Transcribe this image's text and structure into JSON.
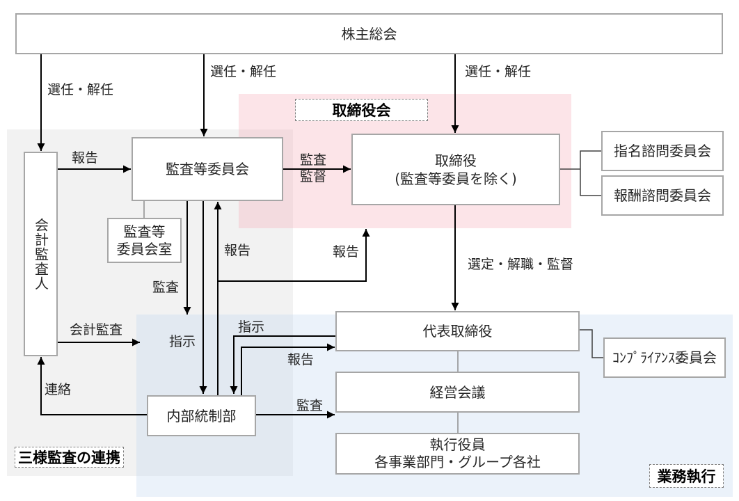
{
  "colors": {
    "audit_region": "#f2f2f2",
    "board_region": "#fce4e8",
    "execution_region": "#ebf2fa",
    "box_border": "#a6a6a6",
    "arrow": "#000000"
  },
  "regions": {
    "board": "取締役会",
    "audit_coordination": "三様監査の連携",
    "business_execution": "業務執行"
  },
  "nodes": {
    "shareholders_meeting": "株主総会",
    "accounting_auditor": "会計監査人",
    "audit_committee": "監査等委員会",
    "audit_committee_office": [
      "監査等",
      "委員会室"
    ],
    "directors": [
      "取締役",
      "(監査等委員を除く)"
    ],
    "nomination_committee": "指名諮問委員会",
    "remuneration_committee": "報酬諮問委員会",
    "representative_director": "代表取締役",
    "compliance_committee": "ｺﾝﾌﾟﾗｲｱﾝｽ委員会",
    "management_meeting": "経営会議",
    "executive_officers": [
      "執行役員",
      "各事業部門・グループ各社"
    ],
    "internal_control_dept": "内部統制部"
  },
  "edge_labels": {
    "elect_dismiss_auditor": "選任・解任",
    "elect_dismiss_committee": "選任・解任",
    "elect_dismiss_directors": "選任・解任",
    "report_auditor_to_committee": "報告",
    "audit_supervise": [
      "監査",
      "監督"
    ],
    "report_internal_to_committee": "報告",
    "report_to_board": "報告",
    "committee_audit_internal": "監査",
    "appoint_dismiss_supervise": "選定・解職・監督",
    "accounting_audit": "会計監査",
    "committee_instruct_internal": "指示",
    "representative_instruct_internal": "指示",
    "report_internal_to_representative": "報告",
    "liaison": "連絡",
    "internal_audit": "監査"
  }
}
